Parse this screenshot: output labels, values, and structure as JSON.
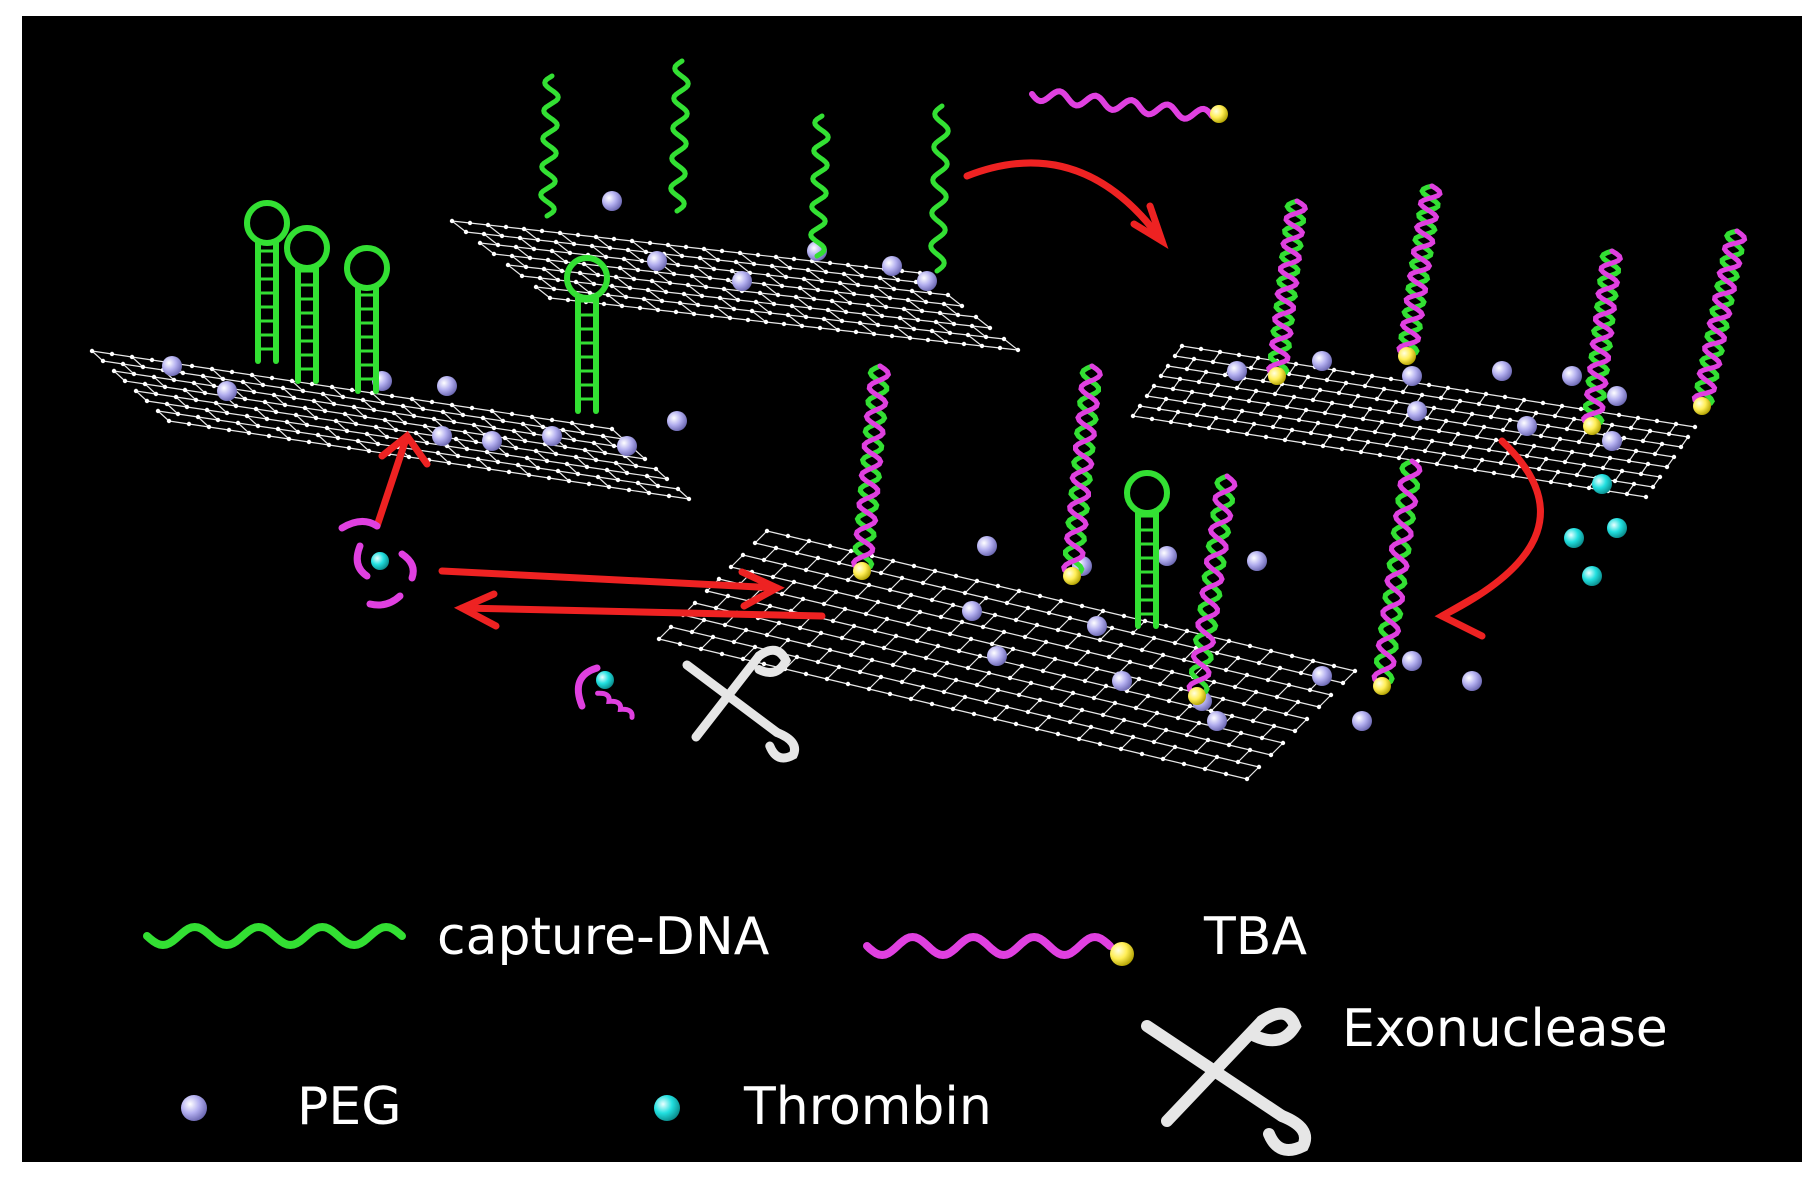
{
  "legend": {
    "capture_dna": "capture-DNA",
    "tba": "TBA",
    "exonuclease": "Exonuclease",
    "peg": "PEG",
    "thrombin": "Thrombin"
  },
  "colors": {
    "background": "#000000",
    "capture_dna": "#33e033",
    "tba": "#e040e0",
    "tba_tag": "#ffee55",
    "peg": "#b4b0f0",
    "thrombin": "#22e0e0",
    "arrow": "#ee2222",
    "graphene": "#e8e8e8",
    "exonuclease": "#e6e6e6"
  },
  "icons": {
    "exonuclease": "scissors-icon",
    "peg": "sphere-icon",
    "thrombin": "sphere-icon"
  }
}
